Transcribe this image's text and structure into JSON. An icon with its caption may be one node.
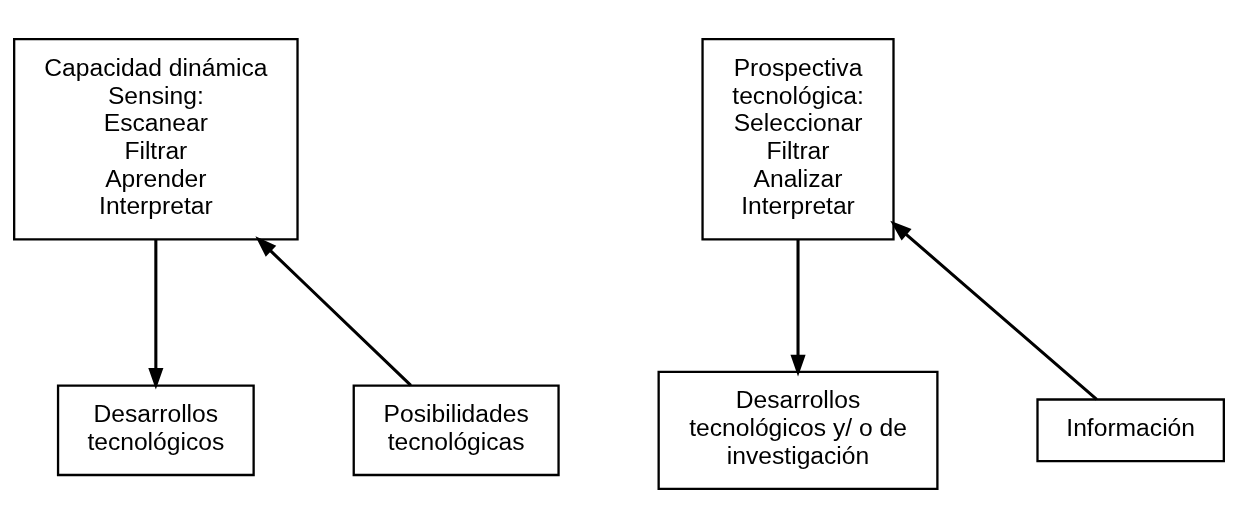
{
  "diagram": {
    "nodes": [
      {
        "text": [
          "Capacidad dinámica Sensing:",
          "Escanear",
          "Filtrar",
          "Aprender",
          "Interpretar"
        ]
      },
      {
        "text": [
          "Posibilidades tecnológicas"
        ]
      },
      {
        "text": [
          "Desarrollos tecnológicos"
        ]
      },
      {
        "text": [
          "Prospectiva tecnológica:",
          "Seleccionar",
          "Filtrar",
          "Analizar",
          "Interpretar"
        ]
      },
      {
        "text": [
          "Información"
        ]
      },
      {
        "text": [
          "Desarrollos tecnológicos y/ o de investigación"
        ]
      }
    ],
    "edges": [
      {
        "from": 1,
        "to": 0,
        "arrow": "to"
      },
      {
        "from": 0,
        "to": 2,
        "arrow": "to"
      },
      {
        "from": 4,
        "to": 3,
        "arrow": "to"
      },
      {
        "from": 3,
        "to": 5,
        "arrow": "to"
      }
    ]
  }
}
